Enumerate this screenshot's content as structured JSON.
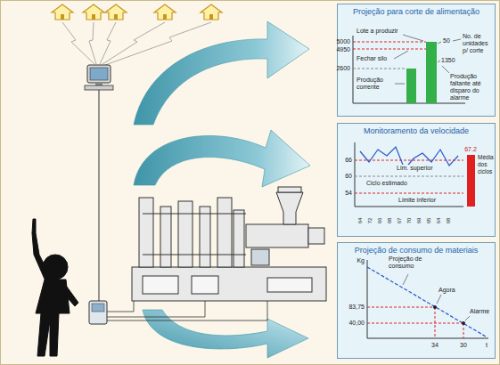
{
  "diagram": {
    "nodes": [
      {
        "text": [
          "Projeção para corte de alimentação"
        ]
      },
      {
        "text": [
          "Monitoramento da velocidade"
        ]
      },
      {
        "text": [
          "Projeção de consumo de materiais"
        ]
      }
    ],
    "labels": [
      "Lote a produzir",
      "5000",
      "4950",
      "2600",
      "Fechar silo",
      "Produção corrente",
      "50",
      "No. de unidades p/ corte",
      "1350",
      "Produção faltante até disparo do alarme",
      "66",
      "60",
      "54",
      "Lim. superior",
      "Ciclo estimado",
      "Limite inferior",
      "67.2",
      "Média dos ciclos",
      "64",
      "72",
      "66",
      "68",
      "67",
      "70",
      "69",
      "65",
      "64",
      "68",
      "Kg",
      "Projeção de consumo",
      "Agora",
      "Alarme",
      "83,75",
      "40,00",
      "34",
      "30",
      "t"
    ]
  }
}
